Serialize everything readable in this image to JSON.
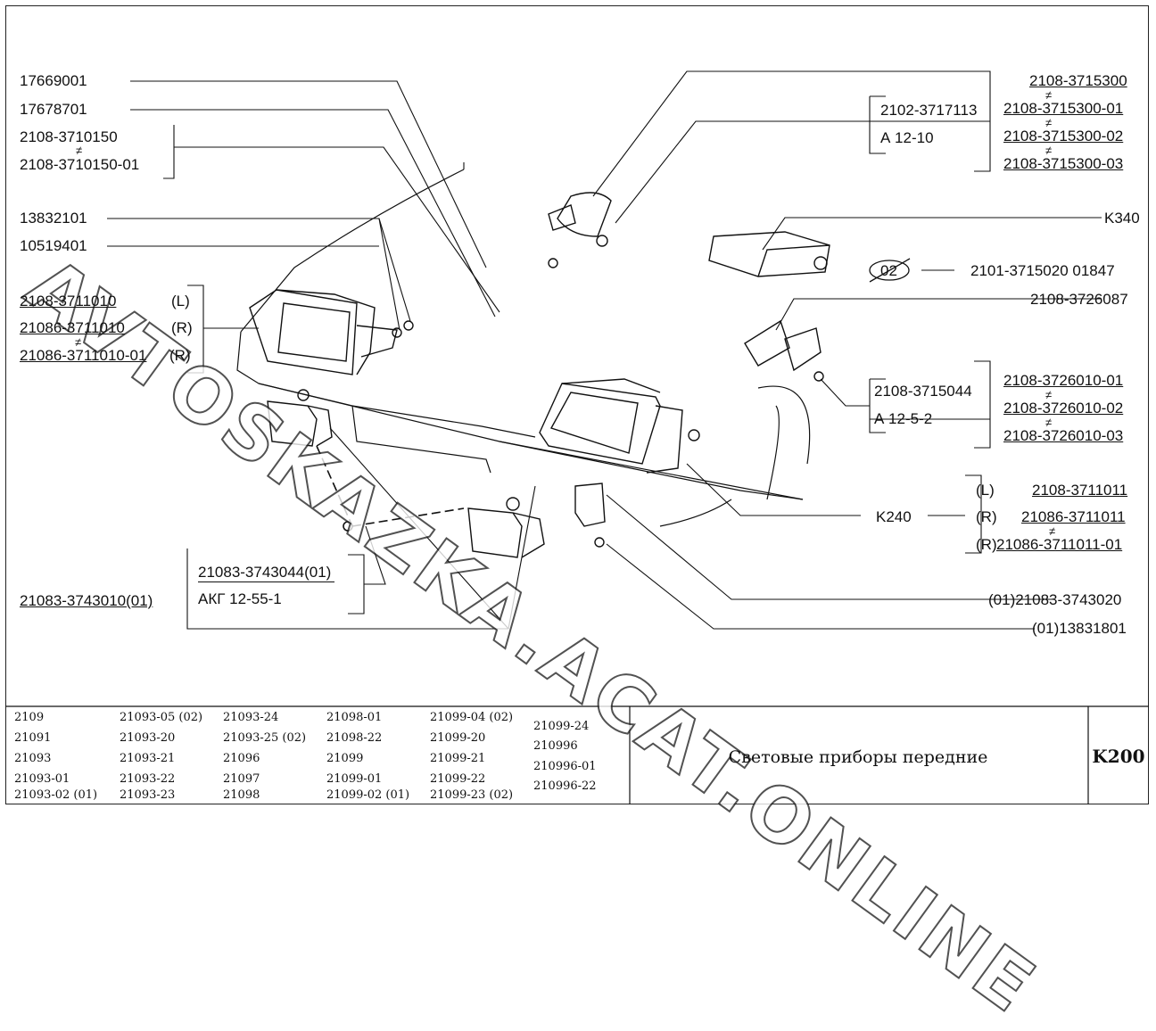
{
  "watermark": "AVTOSKAZKA.ACAT.ONLINE",
  "callouts": {
    "p17669001": "17669001",
    "p17678701": "17678701",
    "p2108_3710150": "2108-3710150",
    "p2108_3710150_01": "2108-3710150-01",
    "p13832101": "13832101",
    "p10519401": "10519401",
    "p2108_3711010": "2108-3711010",
    "p2108_3711010_side": "(L)",
    "p21086_3711010": "21086-3711010",
    "p21086_3711010_side": "(R)",
    "p21086_3711010_01": "21086-3711010-01",
    "p21086_3711010_01_side": "(R)",
    "p2102_3717113": "2102-3717113",
    "pA12_10": "А 12-10",
    "p2108_3715300": "2108-3715300",
    "p2108_3715300_01": "2108-3715300-01",
    "p2108_3715300_02": "2108-3715300-02",
    "p2108_3715300_03": "2108-3715300-03",
    "pK340": "K340",
    "p02": "02",
    "p2101_3715020": "2101-3715020  01847",
    "p2108_3726087": "2108-3726087",
    "p2108_3715044": "2108-3715044",
    "pA12_5_2": "А 12-5-2",
    "p2108_3726010_01": "2108-3726010-01",
    "p2108_3726010_02": "2108-3726010-02",
    "p2108_3726010_03": "2108-3726010-03",
    "pL": "(L)",
    "p2108_3711011": "2108-3711011",
    "pK240": "K240",
    "pR1": "(R)",
    "p21086_3711011": "21086-3711011",
    "pR2": "(R)",
    "p21086_3711011_01": "21086-3711011-01",
    "p21083_3743044": "21083-3743044(01)",
    "pAKG": "АКГ 12-55-1",
    "p21083_3743010": "21083-3743010(01)",
    "p21083_3743020": "(01)21083-3743020",
    "p13831801": "(01)13831801",
    "neq_symbol": "≠"
  },
  "title_block": {
    "models": [
      [
        "2109",
        "21091",
        "21093",
        "21093-01",
        "21093-02 (01)"
      ],
      [
        "21093-05 (02)",
        "21093-20",
        "21093-21",
        "21093-22",
        "21093-23"
      ],
      [
        "21093-24",
        "21093-25 (02)",
        "21096",
        "21097",
        "21098"
      ],
      [
        "21098-01",
        "21098-22",
        "21099",
        "21099-01",
        "21099-02 (01)"
      ],
      [
        "21099-04 (02)",
        "21099-20",
        "21099-21",
        "21099-22",
        "21099-23 (02)"
      ],
      [
        "21099-24",
        "210996",
        "210996-01",
        "210996-22"
      ]
    ],
    "title": "Световые приборы передние",
    "code": "K200"
  }
}
